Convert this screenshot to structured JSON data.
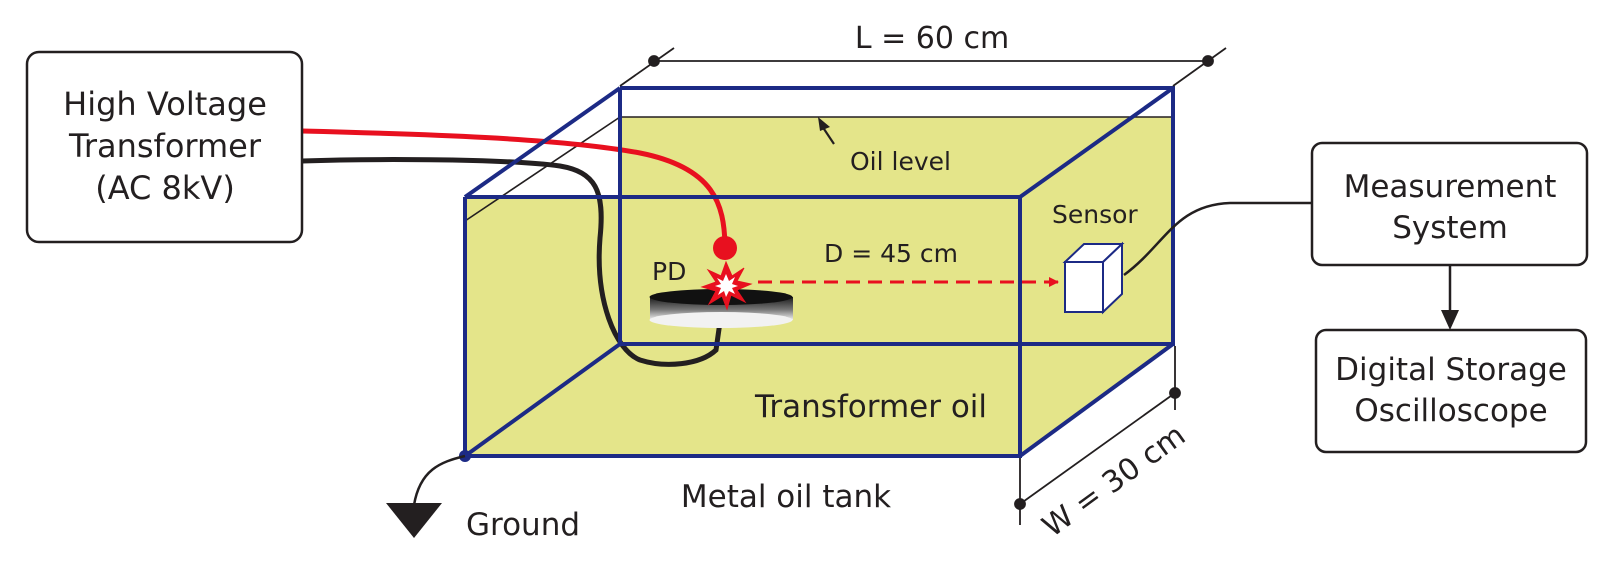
{
  "colors": {
    "tank_outline": "#1c2a85",
    "oil_fill": "#e4e58a",
    "hv_wire": "#e8101f",
    "ground_wire": "#231f20",
    "box_stroke": "#231f20",
    "pd_spark": "#e8101f",
    "dimension_lines": "#231f20"
  },
  "boxes": {
    "hv_transformer": [
      "High Voltage",
      "Transformer",
      "(AC 8kV)"
    ],
    "measurement": [
      "Measurement",
      "System"
    ],
    "dso": [
      "Digital Storage",
      "Oscilloscope"
    ]
  },
  "labels": {
    "length": "L = 60 cm",
    "oil_level": "Oil level",
    "sensor": "Sensor",
    "pd": "PD",
    "distance": "D = 45 cm",
    "oil": "Transformer oil",
    "tank": "Metal oil tank",
    "ground": "Ground",
    "width": "W = 30 cm"
  },
  "icons": {
    "pd_spark": "starburst-icon",
    "sensor": "cube-icon",
    "ground": "ground-arrow-icon",
    "electrode": "disc-electrode-icon"
  }
}
